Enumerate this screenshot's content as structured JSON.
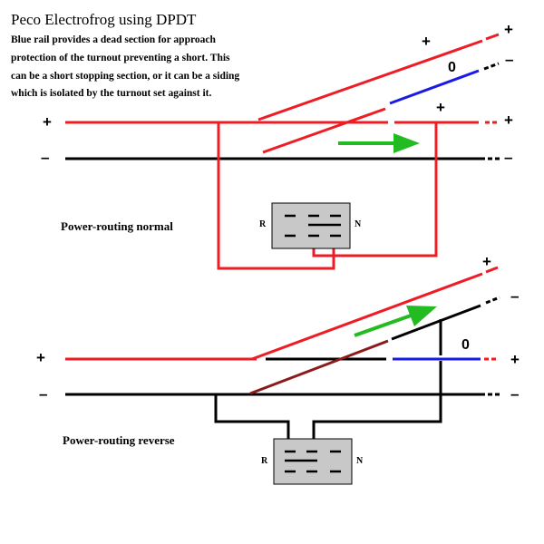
{
  "title": "Peco Electrofrog using DPDT",
  "description": [
    "Blue rail provides a dead section for approach",
    "protection of the turnout preventing a short. This",
    "can be a short stopping section, or it can be a siding",
    "which is isolated by the turnout set against it."
  ],
  "captions": {
    "normal": "Power-routing normal",
    "reverse": "Power-routing reverse"
  },
  "symbols": {
    "plus": "+",
    "minus": "–",
    "zero": "0"
  },
  "switch_labels": {
    "reverse": "R",
    "normal": "N"
  },
  "colors": {
    "positive_rail": "#ee1c24",
    "negative_rail": "#000000",
    "dead_rail": "#1a1ae6",
    "direction_arrow": "#22bb22",
    "switch_body": "#c8c8c8"
  }
}
